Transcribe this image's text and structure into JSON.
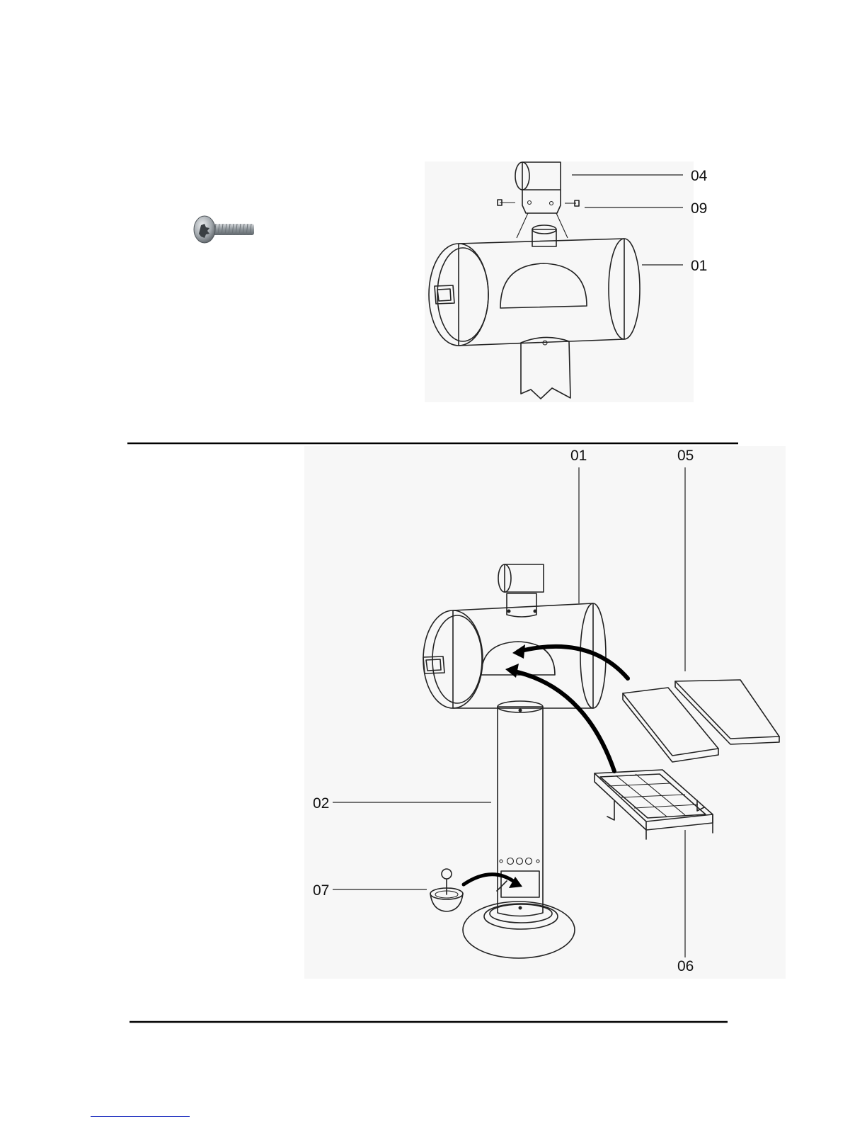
{
  "diagram_top": {
    "callouts": [
      {
        "id": "cap",
        "text": "04"
      },
      {
        "id": "screws",
        "text": "09"
      },
      {
        "id": "body",
        "text": "01"
      }
    ]
  },
  "diagram_bottom": {
    "callouts": [
      {
        "id": "body",
        "text": "01"
      },
      {
        "id": "stones",
        "text": "05"
      },
      {
        "id": "stand",
        "text": "02"
      },
      {
        "id": "fuel-cup",
        "text": "07"
      },
      {
        "id": "grill-rack",
        "text": "06"
      }
    ]
  },
  "icons": {
    "screw": "torx-screw-icon",
    "arrows": "assembly-arrow-icon"
  }
}
